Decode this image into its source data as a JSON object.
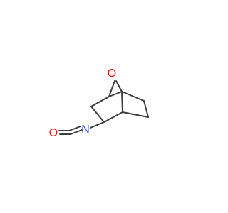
{
  "molecule": {
    "atoms": {
      "bridge_oxygen": {
        "symbol": "O",
        "color": "#ff0d0d"
      },
      "isocyanate_nitrogen": {
        "symbol": "N",
        "color": "#3050f8"
      },
      "isocyanate_oxygen": {
        "symbol": "O",
        "color": "#ff0d0d"
      }
    },
    "bond_color": "#3d3d3d"
  }
}
